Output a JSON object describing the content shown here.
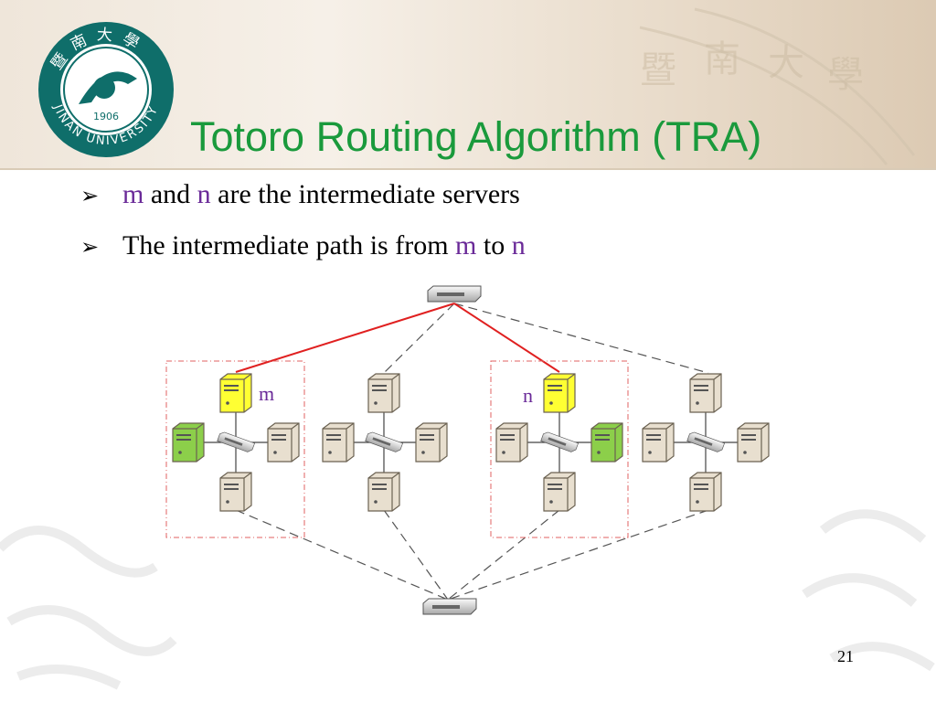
{
  "slide": {
    "title": "Totoro Routing Algorithm (TRA)",
    "page_number": "21"
  },
  "logo": {
    "top_text": "暨南大學",
    "bottom_text": "JINAN UNIVERSITY",
    "year": "1906"
  },
  "bullets": [
    {
      "parts": [
        {
          "text": "m",
          "var": true
        },
        {
          "text": " and ",
          "var": false
        },
        {
          "text": "n",
          "var": true
        },
        {
          "text": " are the intermediate servers",
          "var": false
        }
      ]
    },
    {
      "parts": [
        {
          "text": "The intermediate path is from ",
          "var": false
        },
        {
          "text": "m",
          "var": true
        },
        {
          "text": " to ",
          "var": false
        },
        {
          "text": "n",
          "var": true
        }
      ]
    }
  ],
  "diagram": {
    "labels": {
      "m": "m",
      "n": "n"
    },
    "colors": {
      "highlight_server": "#ffff33",
      "endpoint_server": "#8ccf4a",
      "server": "#e8dfcf",
      "path": "#e02020"
    }
  },
  "colors": {
    "title": "#1a9a3c",
    "variable": "#6a2a98",
    "logo": "#0f6e6a"
  }
}
